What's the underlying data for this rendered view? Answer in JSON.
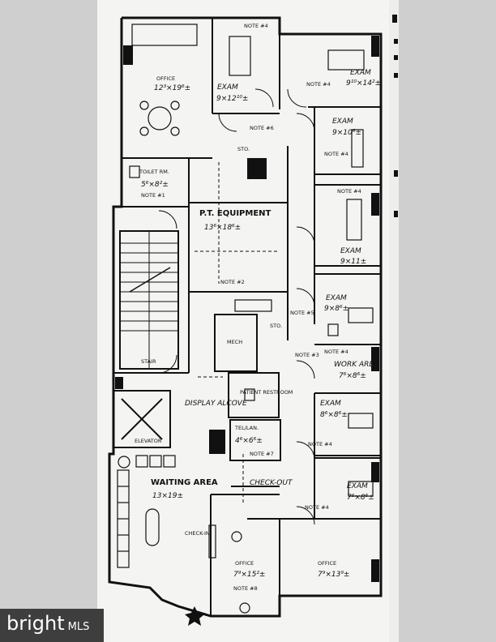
{
  "rooms": {
    "office_top": {
      "name": "OFFICE",
      "dim": "12³×19⁶±"
    },
    "exam_1": {
      "name": "EXAM",
      "dim": "9×12¹⁰±",
      "note": "NOTE #4"
    },
    "exam_2": {
      "name": "EXAM",
      "dim": "9¹⁰×14²±",
      "note": "NOTE #4"
    },
    "exam_3": {
      "name": "EXAM",
      "dim": "9×10⁶±",
      "note": "NOTE #4"
    },
    "exam_4": {
      "name": "EXAM",
      "dim": "9×11±",
      "note": "NOTE #4"
    },
    "exam_5": {
      "name": "EXAM",
      "dim": "9×8⁶±"
    },
    "work_area": {
      "name": "WORK AREA",
      "dim": "7⁶×8⁶±"
    },
    "exam_6": {
      "name": "EXAM",
      "dim": "8⁶×8⁶±"
    },
    "exam_7": {
      "name": "EXAM",
      "dim": "7⁶×8⁶±"
    },
    "office_bottom": {
      "name": "OFFICE",
      "dim": "7⁹×13⁹±"
    },
    "office_small": {
      "name": "OFFICE",
      "dim": "7⁹×15²±"
    },
    "toilet": {
      "name": "TOILET RM.",
      "dim": "5⁶×8²±",
      "note": "NOTE #1"
    },
    "pt_equipment": {
      "name": "P.T. EQUIPMENT",
      "dim": "13⁶×18⁶±"
    },
    "mech": {
      "name": "MECH"
    },
    "stair": {
      "name": "STAIR"
    },
    "elevator": {
      "name": "ELEVATOR"
    },
    "patient_restroom": {
      "name": "PATIENT RESTROOM"
    },
    "display_alcove": {
      "name": "DISPLAY ALCOVE"
    },
    "tel_lan": {
      "name": "TEL/LAN.",
      "dim": "4⁶×6⁶±"
    },
    "waiting_area": {
      "name": "WAITING AREA",
      "dim": "13×19±"
    },
    "check_out": {
      "name": "CHECK-OUT"
    },
    "check_in": {
      "name": "CHECK-IN"
    },
    "sto_1": {
      "name": "STO."
    },
    "sto_2": {
      "name": "STO."
    }
  },
  "notes": {
    "n2": "NOTE #2",
    "n3": "NOTE #3",
    "n4a": "NOTE #4",
    "n4b": "NOTE #4",
    "n4c": "NOTE #4",
    "n5": "NOTE #5",
    "n6": "NOTE #6",
    "n7": "NOTE #7",
    "n8": "NOTE #8"
  },
  "watermark": {
    "brand": "bright",
    "suffix": "MLS"
  }
}
